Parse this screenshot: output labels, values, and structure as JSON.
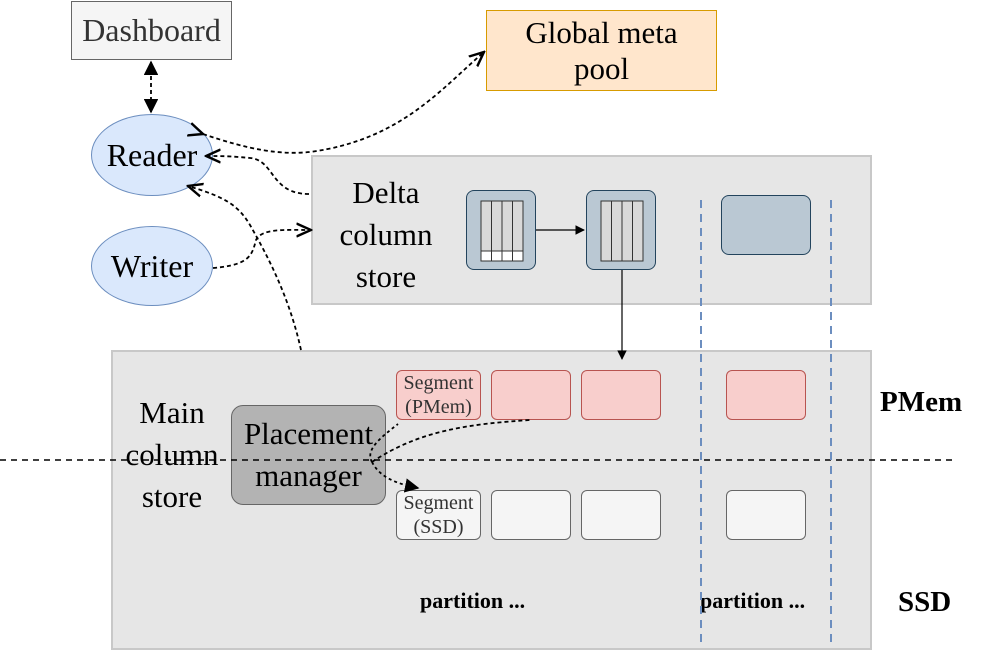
{
  "nodes": {
    "dashboard": "Dashboard",
    "global_meta_pool": [
      "Global meta",
      "pool"
    ],
    "reader": "Reader",
    "writer": "Writer",
    "delta_column_store": [
      "Delta",
      "column",
      "store"
    ],
    "main_column_store": [
      "Main",
      "column",
      "store"
    ],
    "placement_manager": [
      "Placement",
      "manager"
    ],
    "segment_pmem": [
      "Segment",
      "(PMem)"
    ],
    "segment_ssd": [
      "Segment",
      "(SSD)"
    ]
  },
  "tiers": {
    "pmem": "PMem",
    "ssd": "SSD"
  },
  "partitions": [
    "partition ...",
    "partition ..."
  ],
  "colors": {
    "dashboard_fill": "#f5f5f5",
    "global_meta_fill": "#ffe6cc",
    "client_fill": "#dae8fc",
    "store_fill": "#e6e6e6",
    "memtable_fill": "#bac8d3",
    "placement_fill": "#b3b3b3",
    "pmem_segment_fill": "#f8cecc",
    "ssd_segment_fill": "#f5f5f5",
    "partition_divider": "#6c8ebf"
  }
}
